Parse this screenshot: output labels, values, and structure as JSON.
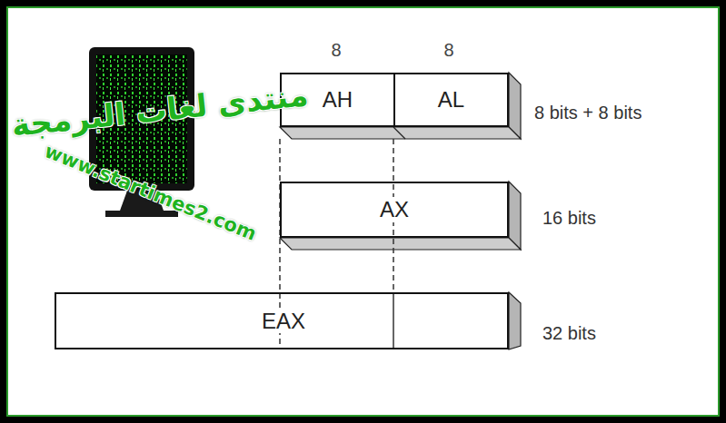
{
  "diagram": {
    "nodes": [
      {
        "text": [
          "AH"
        ]
      },
      {
        "text": [
          "AL"
        ]
      },
      {
        "text": [
          "AX"
        ]
      },
      {
        "text": [
          "EAX"
        ]
      }
    ],
    "labels": [
      "منتدى لغات البرمجة",
      "www.startimes2.com",
      "8",
      "8",
      "8 bits + 8 bits",
      "16 bits",
      "32 bits"
    ]
  }
}
